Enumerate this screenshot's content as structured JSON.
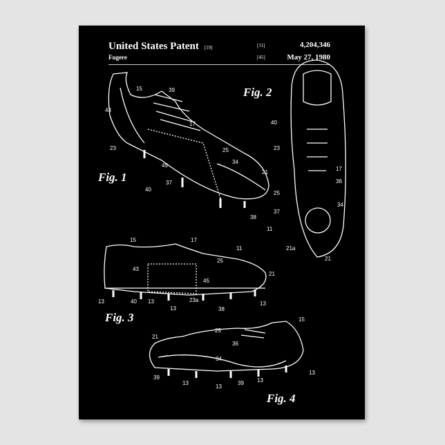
{
  "header": {
    "title": "United States Patent",
    "title_code": "[19]",
    "inventor": "Fugere",
    "patent_number_code": "[11]",
    "patent_number": "4,204,346",
    "date_code": "[45]",
    "date": "May 27, 1980"
  },
  "figures": {
    "fig1": {
      "label": "Fig. 1",
      "refs": [
        "15",
        "39",
        "43",
        "17",
        "25",
        "34",
        "21",
        "23",
        "45",
        "37",
        "40",
        "38"
      ]
    },
    "fig2": {
      "label": "Fig. 2",
      "refs": [
        "40",
        "23",
        "17",
        "36",
        "25",
        "34",
        "37",
        "11",
        "21a",
        "21"
      ]
    },
    "fig3": {
      "label": "Fig. 3",
      "refs": [
        "15",
        "17",
        "11",
        "25",
        "43",
        "45",
        "21",
        "13",
        "40",
        "13",
        "23a",
        "13",
        "38",
        "13"
      ]
    },
    "fig4": {
      "label": "Fig. 4",
      "refs": [
        "15",
        "25",
        "36",
        "21",
        "34",
        "39",
        "13",
        "13",
        "39",
        "13",
        "13"
      ]
    }
  },
  "colors": {
    "background": "#e4e4e4",
    "poster": "#000000",
    "ink": "#ffffff"
  }
}
